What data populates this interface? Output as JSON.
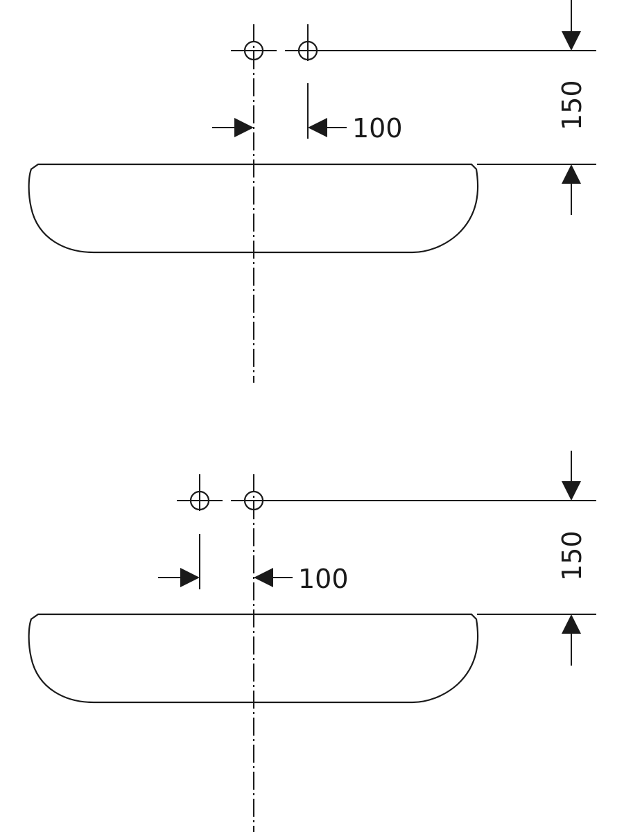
{
  "views": [
    {
      "name": "upper-view",
      "horizontal_dimension": "100",
      "vertical_dimension": "150"
    },
    {
      "name": "lower-view",
      "horizontal_dimension": "100",
      "vertical_dimension": "150"
    }
  ],
  "colors": {
    "line": "#1a1a1a",
    "background": "#ffffff"
  }
}
